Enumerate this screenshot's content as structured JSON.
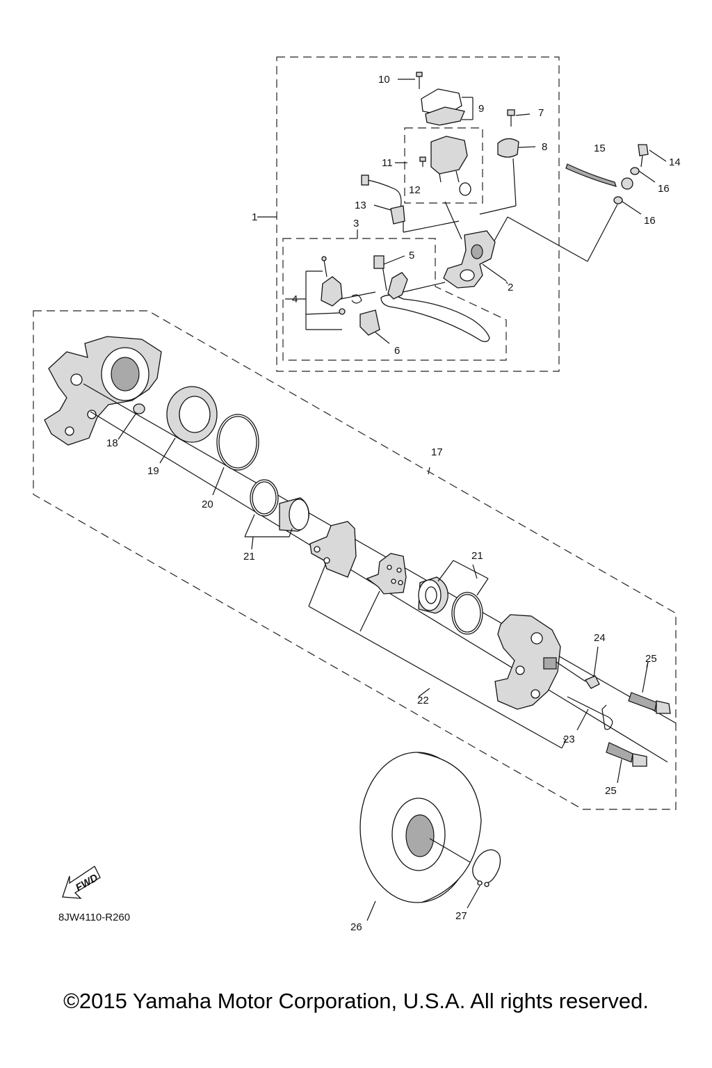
{
  "labels": {
    "p1": "1",
    "p2": "2",
    "p3": "3",
    "p4": "4",
    "p5": "5",
    "p6": "6",
    "p7": "7",
    "p8": "8",
    "p9": "9",
    "p10": "10",
    "p11": "11",
    "p12": "12",
    "p13": "13",
    "p14": "14",
    "p15": "15",
    "p16a": "16",
    "p16b": "16",
    "p17": "17",
    "p18": "18",
    "p19": "19",
    "p20": "20",
    "p21a": "21",
    "p21b": "21",
    "p22": "22",
    "p23": "23",
    "p24": "24",
    "p25a": "25",
    "p25b": "25",
    "p26": "26",
    "p27": "27"
  },
  "fwd_arrow": {
    "text": "FWD"
  },
  "diagram_code": "8JW4110-R260",
  "copyright": "©2015 Yamaha Motor Corporation, U.S.A. All rights reserved."
}
